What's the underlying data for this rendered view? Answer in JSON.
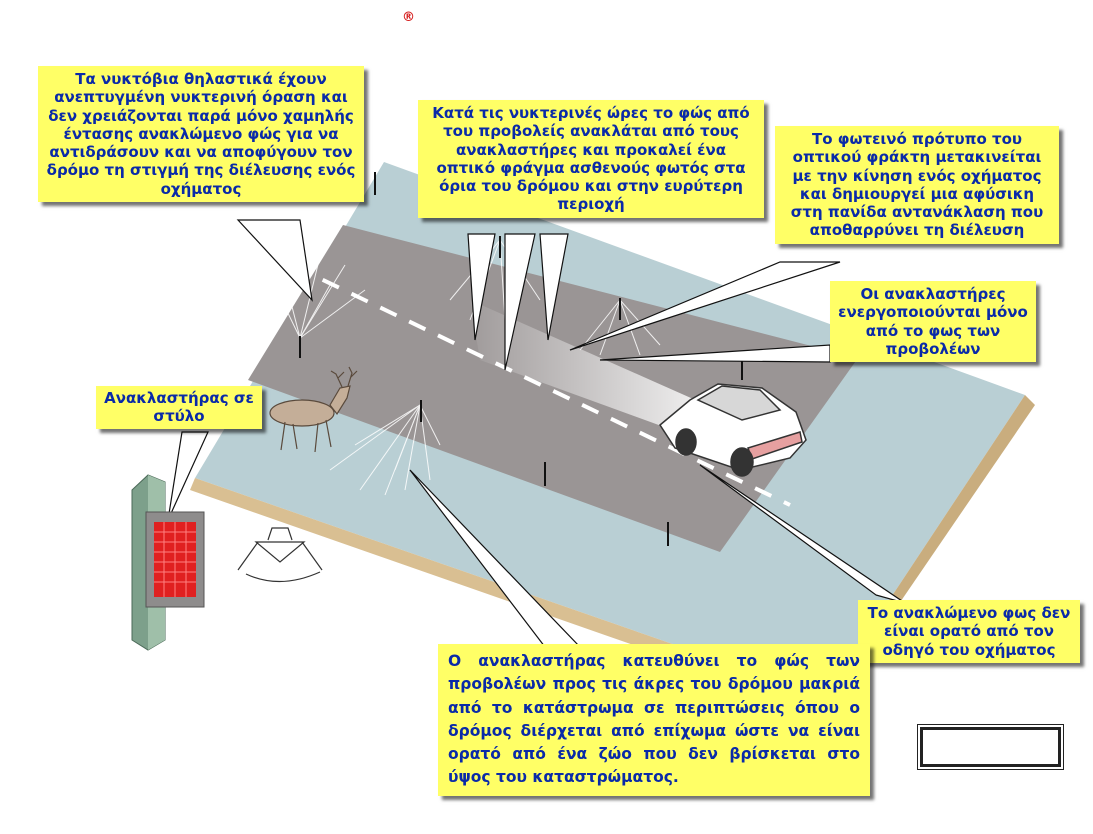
{
  "registered_mark": "®",
  "callouts": {
    "deer_vision": "Τα νυκτόβια θηλαστικά έχουν ανεπτυγμένη νυκτερινή όραση και δεν χρειάζονται παρά μόνο χαμηλής έντασης ανακλώμενο φώς για να αντιδράσουν και να αποφύγουν τον δρόμο τη στιγμή της διέλευσης ενός οχήματος",
    "night_barrier": "Κατά τις νυκτερινές ώρες το φώς από του προβολείς ανακλάται από τους ανακλαστήρες και προκαλεί ένα οπτικό φράγμα ασθενούς φωτός στα όρια του δρόμου και στην ευρύτερη περιοχή",
    "moving_pattern": "Το φωτεινό πρότυπο του οπτικού φράκτη μετακινείται με την κίνηση ενός οχήματος και δημιουργεί μια αφύσικη στη πανίδα αντανάκλαση που αποθαρρύνει τη διέλευση",
    "headlight_only": "Οι ανακλαστήρες ενεργοποιούνται μόνο από το φως των προβολέων",
    "post_reflector": "Ανακλαστήρας σε στύλο",
    "not_visible_driver": "Το ανακλώμενο φως δεν είναι ορατό από τον οδηγό του οχήματος",
    "reflector_direction": "Ο ανακλαστήρας κατευθύνει το φώς των προβολέων προς τις άκρες του δρόμου μακριά από το κατάστρωμα σε περιπτώσεις όπου ο δρόμος διέρχεται από επίχωμα ώστε να είναι ορατό από ένα ζώο που δεν βρίσκεται στο ύψος του καταστρώματος."
  },
  "colors": {
    "callout_bg": "#ffff66",
    "callout_text": "#0a2aa8",
    "road": "#9a9595",
    "verge": "#b9cfd4",
    "reflector": "#e02020"
  }
}
